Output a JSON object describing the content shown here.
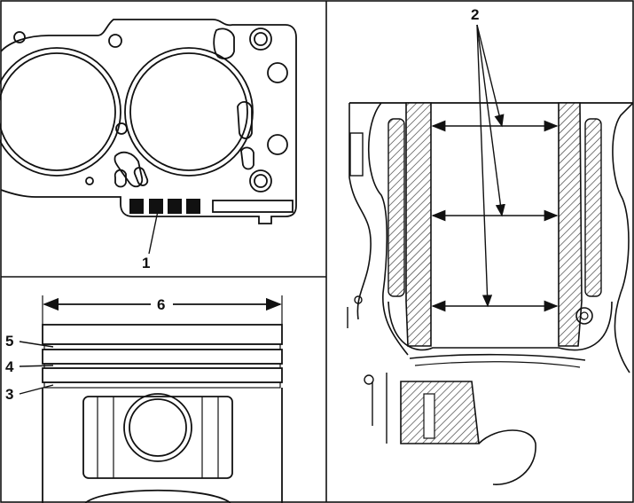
{
  "figure": {
    "panels": [
      {
        "id": "gasket",
        "callouts": [
          "1"
        ]
      },
      {
        "id": "piston",
        "callouts": [
          "6",
          "5",
          "4",
          "3"
        ]
      },
      {
        "id": "cylinder-section",
        "callouts": [
          "2"
        ]
      }
    ]
  },
  "callouts": {
    "c1": "1",
    "c2": "2",
    "c3": "3",
    "c4": "4",
    "c5": "5",
    "c6": "6"
  },
  "colors": {
    "line": "#111111",
    "background": "#ffffff",
    "hatch": "#333333"
  }
}
